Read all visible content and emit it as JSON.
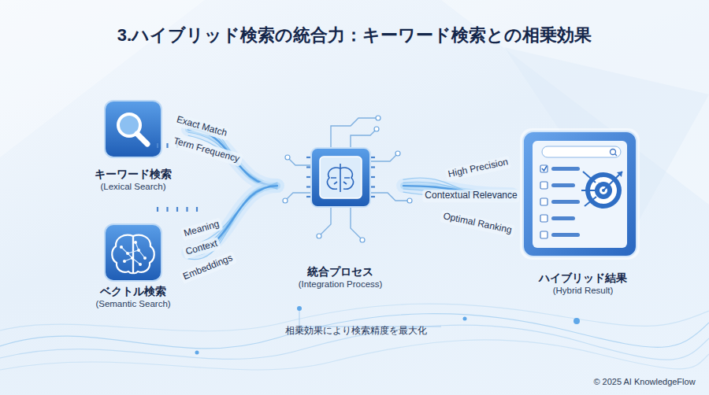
{
  "diagram": {
    "title": "3.ハイブリッド検索の統合力：キーワード検索との相乗効果",
    "caption": "相乗効果により検索精度を最大化",
    "nodes": [
      {
        "text": [
          "キーワード検索",
          "(Lexical Search)"
        ]
      },
      {
        "text": [
          "ベクトル検索",
          "(Semantic Search)"
        ]
      },
      {
        "text": [
          "統合プロセス",
          "(Integration Process)"
        ]
      },
      {
        "text": [
          "ハイブリッド結果",
          "(Hybrid Result)"
        ]
      }
    ],
    "edges": [
      {
        "from": 0,
        "to": 2,
        "arrow": "none"
      },
      {
        "from": 1,
        "to": 2,
        "arrow": "none"
      },
      {
        "from": 2,
        "to": 3,
        "arrow": "none"
      }
    ],
    "labels": [
      "Exact Match",
      "Term Frequency",
      "Meaning",
      "Context",
      "Embeddings",
      "High Precision",
      "Contextual Relevance",
      "Optimal Ranking",
      "© 2025 AI KnowledgeFlow"
    ]
  }
}
